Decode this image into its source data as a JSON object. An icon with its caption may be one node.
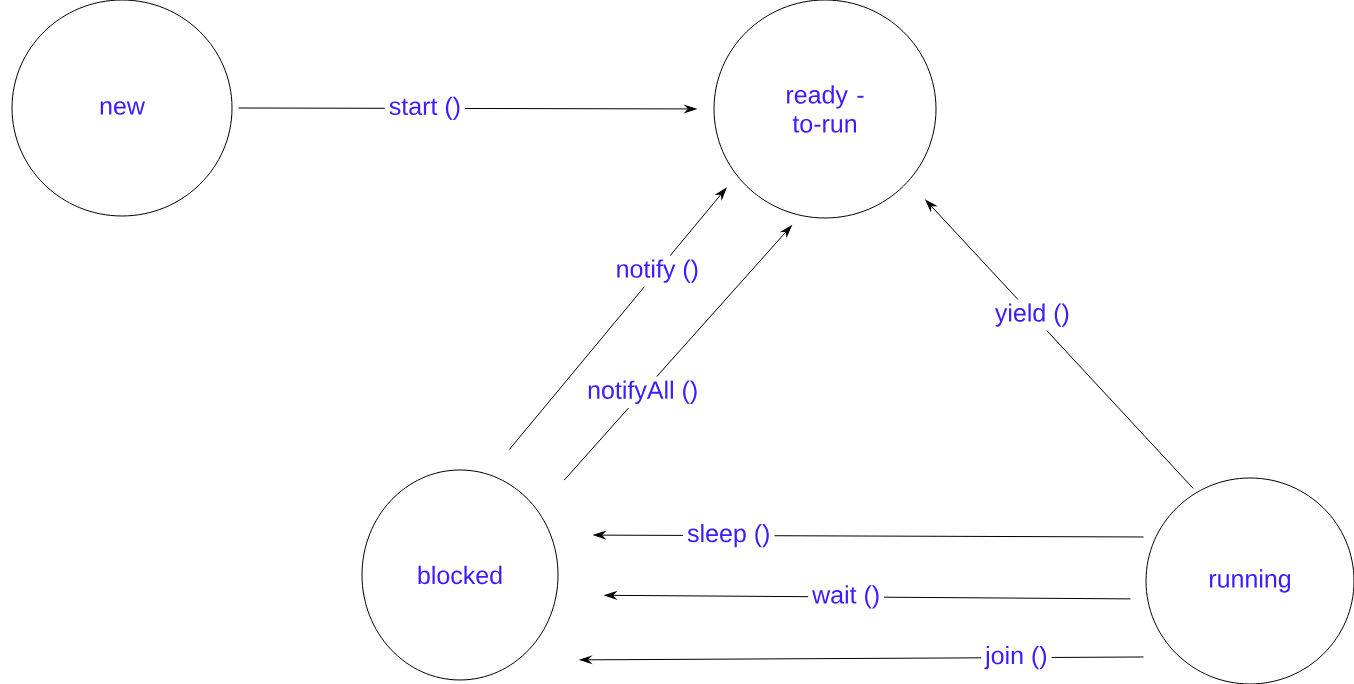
{
  "diagram": {
    "nodes": [
      {
        "text": [
          "new"
        ]
      },
      {
        "text": [
          "ready - to-run"
        ]
      },
      {
        "text": [
          "blocked"
        ]
      },
      {
        "text": [
          "running"
        ]
      }
    ],
    "edges": [
      {
        "from": 0,
        "to": 1,
        "arrow": "to",
        "label": "start ()"
      },
      {
        "from": 2,
        "to": 1,
        "arrow": "to",
        "label": "notify ()"
      },
      {
        "from": 2,
        "to": 1,
        "arrow": "to",
        "label": "notifyAll ()"
      },
      {
        "from": 3,
        "to": 1,
        "arrow": "to",
        "label": "yield ()"
      },
      {
        "from": 3,
        "to": 2,
        "arrow": "to",
        "label": "sleep ()"
      },
      {
        "from": 3,
        "to": 2,
        "arrow": "to",
        "label": "wait ()"
      },
      {
        "from": 3,
        "to": 2,
        "arrow": "to",
        "label": "join ()"
      }
    ]
  }
}
